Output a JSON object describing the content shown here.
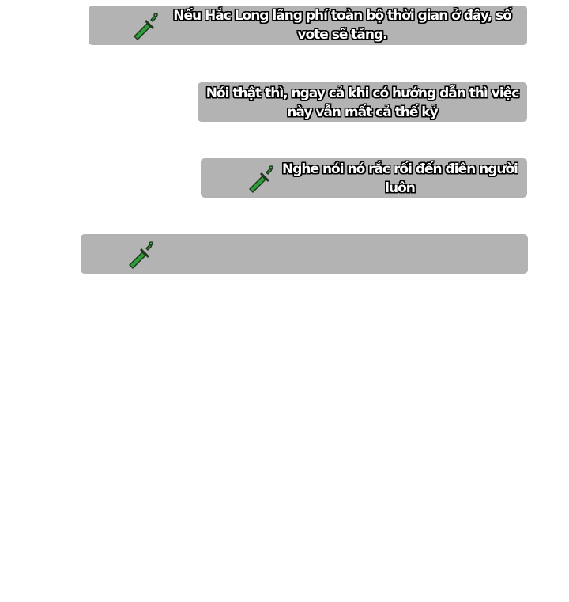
{
  "messages": [
    {
      "text": "Nếu Hắc Long lãng phí toàn bộ thời gian ở đây, số vote sẽ tăng.",
      "has_icon": true
    },
    {
      "text": "Nói thật thì, ngay cả khi có hướng dẫn thì việc này vẫn mất cả thế kỷ",
      "has_icon": false
    },
    {
      "text": "Nghe nói nó rắc rối đến điên người luôn",
      "has_icon": true
    },
    {
      "text": "",
      "has_icon": true
    }
  ],
  "icons": {
    "message_icon": "sword-icon"
  },
  "colors": {
    "bubble_background": "#b3b3b3",
    "text_fill": "#ffffff",
    "text_outline": "#000000",
    "icon_green": "#2e9e3a",
    "icon_dark": "#1f3a1f"
  }
}
